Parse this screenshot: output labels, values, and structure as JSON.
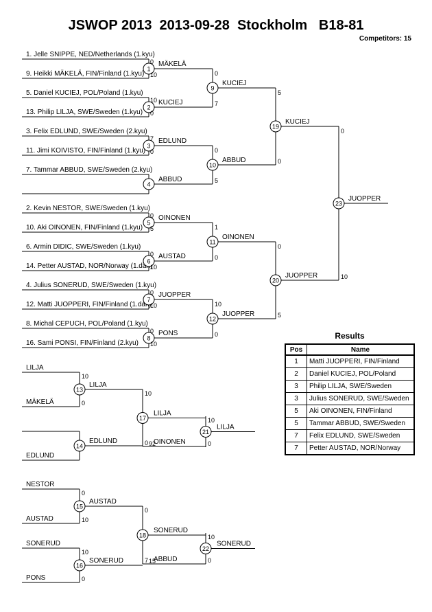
{
  "header": {
    "title": "JSWOP 2013  2013-09-28  Stockholm   B18-81",
    "competitors": "Competitors: 15"
  },
  "entries": [
    "1. Jelle  SNIPPE, NED/Netherlands (1.kyu)",
    "9. Heikki MÄKELÄ, FIN/Finland (1.kyu)",
    "5. Daniel KUCIEJ, POL/Poland (1.kyu)",
    "13. Philip LILJA, SWE/Sweden (1.kyu)",
    "3. Felix EDLUND, SWE/Sweden (2.kyu)",
    "11. Jimi KOIVISTO, FIN/Finland (1.kyu)",
    "7. Tammar ABBUD, SWE/Sweden (2.kyu)",
    "2. Kevin NESTOR, SWE/Sweden (1.kyu)",
    "10. Aki OINONEN, FIN/Finland (1.kyu)",
    "6. Armin DIDIC, SWE/Sweden (1.kyu)",
    "14. Petter AUSTAD, NOR/Norway (1.dan)",
    "4. Julius SONERUD, SWE/Sweden (1.kyu)",
    "12. Matti JUOPPERI, FIN/Finland (1.dan)",
    "8. Michal CEPUCH, POL/Poland (1.kyu)",
    "16. Sami PONSI, FIN/Finland (2.kyu)"
  ],
  "matches": [
    {
      "id": "1",
      "winner": "MÄKELÄ",
      "scores": [
        "0",
        "10"
      ]
    },
    {
      "id": "2",
      "winner": "KUCIEJ",
      "scores": [
        "10",
        "0"
      ]
    },
    {
      "id": "3",
      "winner": "EDLUND",
      "scores": [
        "7",
        "0"
      ]
    },
    {
      "id": "4",
      "winner": "ABBUD",
      "scores": []
    },
    {
      "id": "5",
      "winner": "OINONEN",
      "scores": [
        "0",
        "5"
      ]
    },
    {
      "id": "6",
      "winner": "AUSTAD",
      "scores": [
        "0",
        "10"
      ]
    },
    {
      "id": "7",
      "winner": "JUOPPER",
      "scores": [
        "0",
        "10"
      ]
    },
    {
      "id": "8",
      "winner": "PONS",
      "scores": [
        "0",
        "10"
      ]
    },
    {
      "id": "9",
      "winner": "KUCIEJ",
      "scores": [
        "0",
        "7"
      ]
    },
    {
      "id": "10",
      "winner": "ABBUD",
      "scores": [
        "0",
        "5"
      ]
    },
    {
      "id": "11",
      "winner": "OINONEN",
      "scores": [
        "1",
        "0"
      ]
    },
    {
      "id": "12",
      "winner": "JUOPPER",
      "scores": [
        "10",
        "0"
      ]
    },
    {
      "id": "19",
      "winner": "KUCIEJ",
      "scores": [
        "5",
        "0"
      ]
    },
    {
      "id": "20",
      "winner": "JUOPPER",
      "scores": [
        "0",
        "5"
      ]
    },
    {
      "id": "23",
      "winner": "JUOPPER",
      "scores": [
        "0",
        "10"
      ]
    }
  ],
  "repechage": [
    {
      "id": "13",
      "entrants": [
        "LILJA",
        "MÄKELÄ"
      ],
      "winner": "LILJA",
      "scores": [
        "10",
        "0"
      ]
    },
    {
      "id": "14",
      "entrants": [
        "",
        "EDLUND"
      ],
      "winner": "EDLUND",
      "scores": []
    },
    {
      "id": "17",
      "winner": "LILJA",
      "loser_label": "OINONEN",
      "scores": [
        "10",
        "0"
      ],
      "score_note": "92"
    },
    {
      "id": "21",
      "winner": "LILJA",
      "scores": [
        "10",
        "0"
      ]
    },
    {
      "id": "15",
      "entrants": [
        "NESTOR",
        "AUSTAD"
      ],
      "winner": "AUSTAD",
      "scores": [
        "0",
        "10"
      ]
    },
    {
      "id": "16",
      "entrants": [
        "SONERUD",
        "PONS"
      ],
      "winner": "SONERUD",
      "scores": [
        "10",
        "0"
      ]
    },
    {
      "id": "18",
      "winner": "SONERUD",
      "loser_label": "ABBUD",
      "scores": [
        "0",
        "7"
      ],
      "score_note": "15"
    },
    {
      "id": "22",
      "winner": "SONERUD",
      "scores": [
        "10",
        "0"
      ]
    }
  ],
  "results": {
    "title": "Results",
    "headers": [
      "Pos",
      "Name"
    ],
    "rows": [
      {
        "pos": "1",
        "name": "Matti JUOPPERI, FIN/Finland"
      },
      {
        "pos": "2",
        "name": "Daniel KUCIEJ, POL/Poland"
      },
      {
        "pos": "3",
        "name": "Philip LILJA, SWE/Sweden"
      },
      {
        "pos": "3",
        "name": "Julius SONERUD, SWE/Sweden"
      },
      {
        "pos": "5",
        "name": "Aki OINONEN, FIN/Finland"
      },
      {
        "pos": "5",
        "name": "Tammar ABBUD, SWE/Sweden"
      },
      {
        "pos": "7",
        "name": "Felix EDLUND, SWE/Sweden"
      },
      {
        "pos": "7",
        "name": "Petter AUSTAD, NOR/Norway"
      }
    ]
  }
}
